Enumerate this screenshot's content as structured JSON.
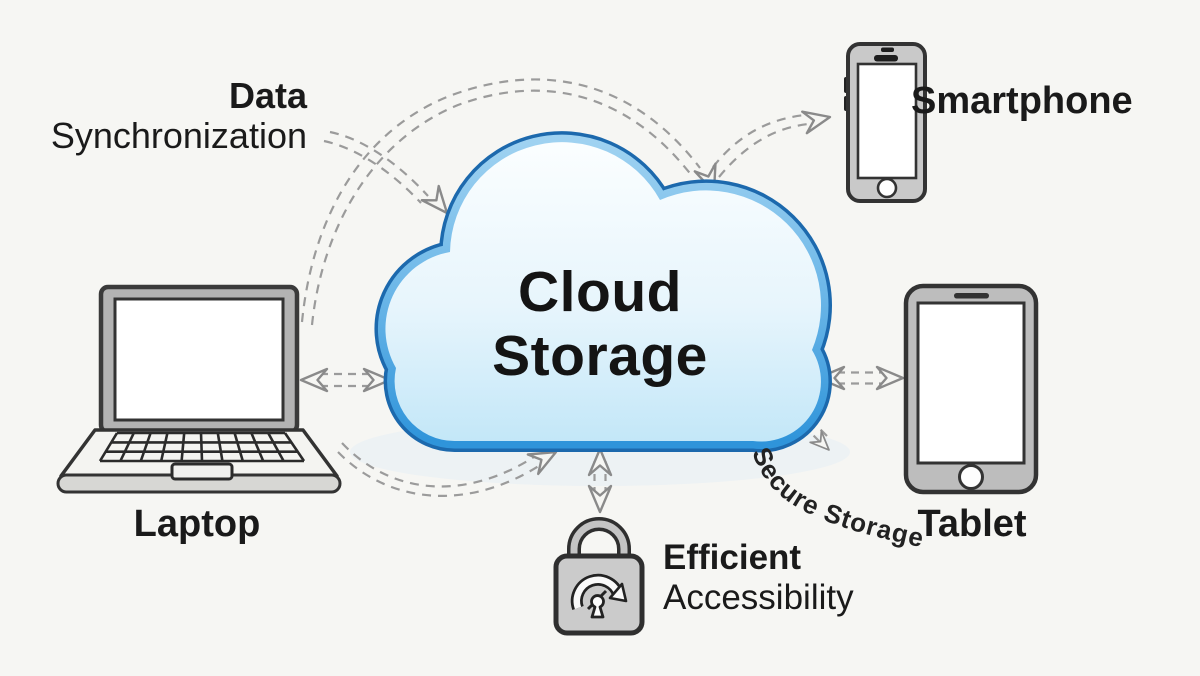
{
  "cloud": {
    "line1": "Cloud",
    "line2": "Storage"
  },
  "labels": {
    "data_sync_line1": "Data",
    "data_sync_line2": "Synchronization",
    "smartphone": "Smartphone",
    "laptop": "Laptop",
    "tablet": "Tablet",
    "efficient_line1": "Efficient",
    "efficient_line2": "Accessibility",
    "secure_storage": "Secure Storage"
  },
  "icons": {
    "cloud-icon": "large blue gradient cloud",
    "laptop-icon": "open laptop with keyboard grid and touchpad",
    "smartphone-icon": "smartphone with speaker, side buttons and home button",
    "tablet-icon": "tablet with speaker slot and home button",
    "lock-gauge-icon": "padlock with speedometer gauge and keyhole",
    "sync-arrow-icon": "dashed curved arrow into cloud top-left",
    "laptop-cloud-arc-arrow-icon": "long dashed arc from laptop over cloud",
    "cloud-phone-arrow-icon": "dashed curved arrow toward smartphone",
    "laptop-sync-double-arrow-icon": "hollow double-headed dashed arrow laptop-cloud",
    "tablet-sync-double-arrow-icon": "hollow double-headed dashed arrow cloud-tablet",
    "cloud-lock-double-arrow-icon": "vertical hollow double-headed dashed arrow",
    "upload-curve-arrow-icon": "dashed curved arrow rising into cloud bottom",
    "secure-storage-arrow-icon": "small dashed arrow toward Secure Storage text"
  },
  "colors": {
    "background": "#f6f6f3",
    "cloud_outline": "#1c69ad",
    "cloud_band_top": "#9fd2f1",
    "cloud_band_bottom": "#2f94da",
    "cloud_fill_top": "#fbfeff",
    "cloud_fill_bottom": "#c3e7f8",
    "device_gray": "#c9c9c9",
    "device_outline": "#333333",
    "arrow_gray": "#9a9a9a",
    "text": "#1a1a1a"
  }
}
